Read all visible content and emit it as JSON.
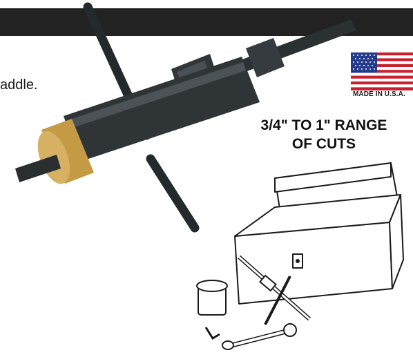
{
  "body_text": "addle.",
  "badge": {
    "caption": "MADE IN U.S.A."
  },
  "callout": {
    "line1": "3/4\" TO 1\" RANGE",
    "line2": "OF CUTS"
  },
  "colors": {
    "bar": "#222222",
    "tool_steel": "#2f3437",
    "brass_collar": "#c49a45",
    "flag_red": "#c8202f",
    "flag_blue": "#243a8c"
  },
  "icons": [
    "us-flag-icon"
  ]
}
